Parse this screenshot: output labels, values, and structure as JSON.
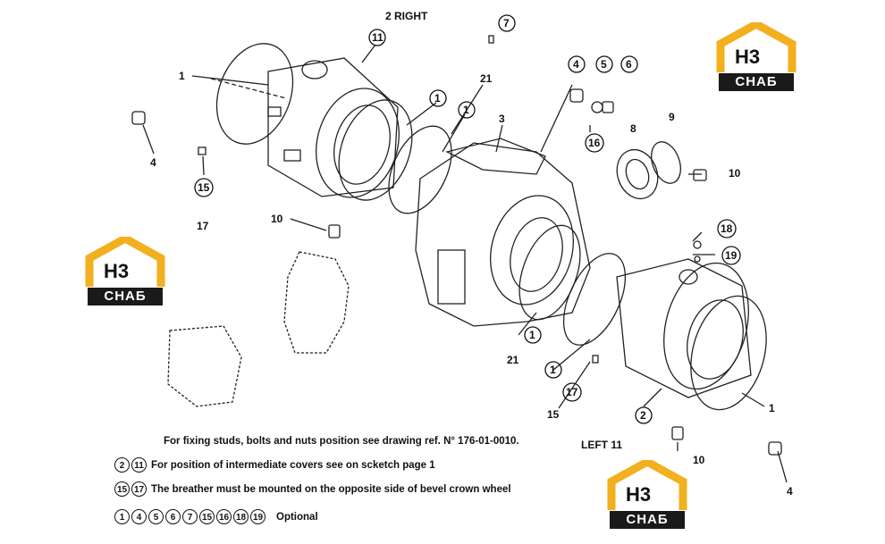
{
  "diagram": {
    "top_label": "2   RIGHT",
    "left_label": "LEFT   11",
    "callouts": [
      {
        "id": "c11-top",
        "text": "11",
        "circled": true
      },
      {
        "id": "c7",
        "text": "7",
        "circled": true
      },
      {
        "id": "c4-top",
        "text": "4",
        "circled": true
      },
      {
        "id": "c5",
        "text": "5",
        "circled": true
      },
      {
        "id": "c6",
        "text": "6",
        "circled": true
      },
      {
        "id": "c21-top",
        "text": "21",
        "circled": false
      },
      {
        "id": "c1-a",
        "text": "1",
        "circled": true
      },
      {
        "id": "c1-b",
        "text": "1",
        "circled": true
      },
      {
        "id": "c3",
        "text": "3",
        "circled": false
      },
      {
        "id": "c16",
        "text": "16",
        "circled": true
      },
      {
        "id": "c8",
        "text": "8",
        "circled": false
      },
      {
        "id": "c9",
        "text": "9",
        "circled": false
      },
      {
        "id": "c10-right",
        "text": "10",
        "circled": false
      },
      {
        "id": "c1-left",
        "text": "1",
        "circled": false
      },
      {
        "id": "c4-left",
        "text": "4",
        "circled": false
      },
      {
        "id": "c15-left",
        "text": "15",
        "circled": true
      },
      {
        "id": "c17-left",
        "text": "17",
        "circled": false
      },
      {
        "id": "c10-left",
        "text": "10",
        "circled": false
      },
      {
        "id": "c18",
        "text": "18",
        "circled": true
      },
      {
        "id": "c19",
        "text": "19",
        "circled": true
      },
      {
        "id": "c1-mid",
        "text": "1",
        "circled": true
      },
      {
        "id": "c21-bot",
        "text": "21",
        "circled": false
      },
      {
        "id": "c1-low",
        "text": "1",
        "circled": true
      },
      {
        "id": "c17-bot",
        "text": "17",
        "circled": true
      },
      {
        "id": "c15-bot",
        "text": "15",
        "circled": false
      },
      {
        "id": "c2-bot",
        "text": "2",
        "circled": true
      },
      {
        "id": "c1-right",
        "text": "1",
        "circled": false
      },
      {
        "id": "c10-bot",
        "text": "10",
        "circled": false
      },
      {
        "id": "c4-bot",
        "text": "4",
        "circled": false
      }
    ]
  },
  "notes": {
    "line1": "For  fixing studs, bolts and nuts position see drawing ref. N° 176-01-0010.",
    "line2_nums": [
      "2",
      "11"
    ],
    "line2_text": "For position of intermediate covers see on scketch page 1",
    "line3_nums": [
      "15",
      "17"
    ],
    "line3_text": "The breather must be mounted on the opposite side of bevel crown wheel",
    "line4_nums": [
      "1",
      "4",
      "5",
      "6",
      "7",
      "15",
      "16",
      "18",
      "19"
    ],
    "line4_text": "Optional"
  },
  "watermark": {
    "letters": "H3",
    "bar_text": "СНАБ",
    "color": "#f2b01e"
  }
}
